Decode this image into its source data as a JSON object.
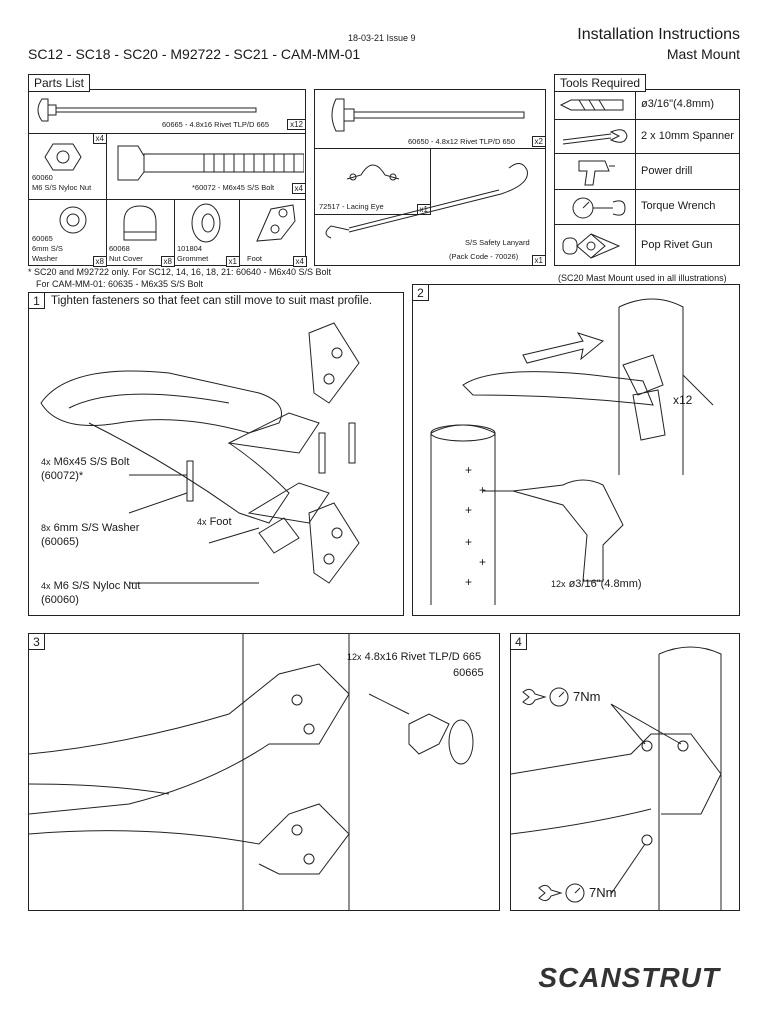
{
  "header": {
    "models": "SC12 - SC18 - SC20 - M92722 - SC21 - CAM-MM-01",
    "issue": "18-03-21 Issue 9",
    "title": "Installation Instructions",
    "subtitle": "Mast Mount"
  },
  "parts": {
    "tab": "Parts List",
    "rivet665": {
      "code": "60665 - 4.8x16 Rivet TLP/D 665",
      "qty": "x12"
    },
    "nut": {
      "code": "60060",
      "name": "M6 S/S Nyloc Nut",
      "qty": "x4"
    },
    "bolt": {
      "code": "*60072 - M6x45 S/S Bolt",
      "qty": "x4"
    },
    "washer": {
      "code": "60065",
      "name": "6mm S/S",
      "name2": "Washer",
      "qty": "x8"
    },
    "cover": {
      "code": "60068",
      "name": "Nut Cover",
      "qty": "x8"
    },
    "grommet": {
      "code": "101804",
      "name": "Grommet",
      "qty": "x1"
    },
    "foot": {
      "name": "Foot",
      "qty": "x4"
    },
    "rivet650": {
      "code": "60650 - 4.8x12 Rivet TLP/D 650",
      "qty": "x2"
    },
    "lacing": {
      "code": "72517 - Lacing Eye",
      "qty": "x1"
    },
    "lanyard": {
      "name": "S/S Safety Lanyard",
      "code": "(Pack Code - 70026)",
      "qty": "x1"
    },
    "footnote1": "* SC20 and M92722 only.  For SC12, 14, 16, 18, 21: 60640  -  M6x40 S/S Bolt",
    "footnote2": "For CAM-MM-01: 60635  -  M6x35 S/S Bolt"
  },
  "tools": {
    "tab": "Tools Required",
    "items": [
      "ø3/16\"(4.8mm)",
      "2 x 10mm Spanner",
      "Power drill",
      "Torque Wrench",
      "Pop Rivet Gun"
    ],
    "note": "(SC20 Mast Mount used in all illustrations)"
  },
  "step1": {
    "num": "1",
    "text": "Tighten fasteners so that feet can still move to suit mast profile.",
    "bolt_qty": "4x",
    "bolt": "M6x45 S/S Bolt",
    "bolt_code": "(60072)*",
    "washer_qty": "8x",
    "washer": "6mm S/S Washer",
    "washer_code": "(60065)",
    "foot_qty": "4x",
    "foot": "Foot",
    "nut_qty": "4x",
    "nut": "M6 S/S Nyloc Nut",
    "nut_code": "(60060)"
  },
  "step2": {
    "num": "2",
    "x12": "x12",
    "drill_qty": "12x",
    "drill": "ø3/16\"(4.8mm)"
  },
  "step3": {
    "num": "3",
    "qty": "12x",
    "rivet": "4.8x16 Rivet TLP/D 665",
    "code": "60665"
  },
  "step4": {
    "num": "4",
    "torque1": "7Nm",
    "torque2": "7Nm"
  },
  "brand": "SCANSTRUT"
}
